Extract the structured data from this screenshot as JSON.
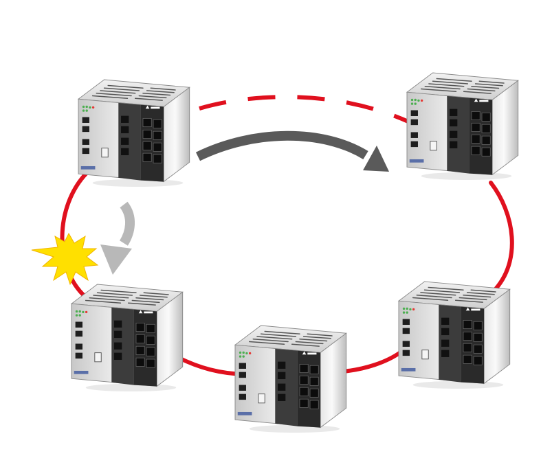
{
  "diagram": {
    "nodes": [
      {
        "id": "switch-top-left",
        "status": "active"
      },
      {
        "id": "switch-top-right",
        "status": "active"
      },
      {
        "id": "switch-bottom-left",
        "status": "active"
      },
      {
        "id": "switch-bottom-middle",
        "status": "active"
      },
      {
        "id": "switch-bottom-right",
        "status": "active"
      }
    ],
    "links": [
      {
        "from": "switch-top-left",
        "to": "switch-top-right",
        "style": "dashed",
        "state": "standby"
      },
      {
        "from": "switch-top-left",
        "to": "switch-bottom-left",
        "style": "solid",
        "state": "broken"
      },
      {
        "from": "switch-bottom-left",
        "to": "switch-bottom-middle",
        "style": "solid",
        "state": "active"
      },
      {
        "from": "switch-bottom-middle",
        "to": "switch-bottom-right",
        "style": "solid",
        "state": "active"
      },
      {
        "from": "switch-bottom-right",
        "to": "switch-top-right",
        "style": "solid",
        "state": "active"
      }
    ],
    "arrows": [
      {
        "name": "failover-arrow",
        "color": "#5a5a5a"
      },
      {
        "name": "blocked-path-arrow",
        "color": "#b8b8b8"
      }
    ],
    "fault_marker": {
      "icon": "starburst-icon",
      "color": "#ffe000"
    },
    "colors": {
      "ring": "#e0101e",
      "arrow_dark": "#5a5a5a",
      "arrow_light": "#b8b8b8",
      "fault": "#ffe000"
    }
  }
}
